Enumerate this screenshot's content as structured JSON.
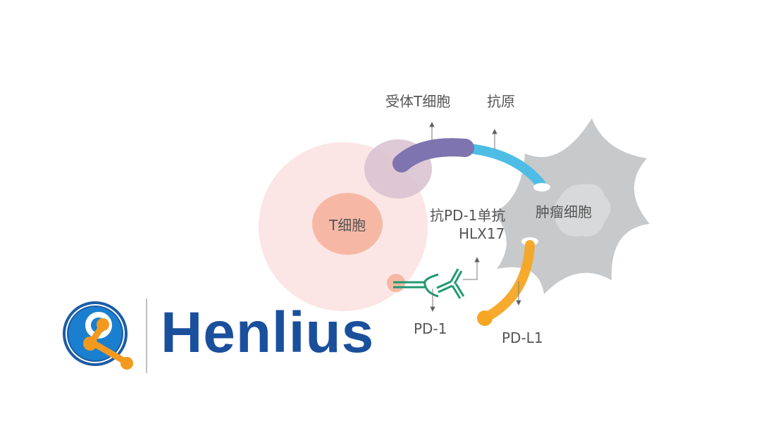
{
  "labels": {
    "receptor_t_cell": "受体T细胞",
    "antigen": "抗原",
    "t_cell": "T细胞",
    "tumor_cell": "肿瘤细胞",
    "antibody_line1": "抗PD-1单抗",
    "antibody_line2": "HLX17",
    "pd1": "PD-1",
    "pdl1": "PD-L1"
  },
  "logo": {
    "brand": "Henlius"
  },
  "colors": {
    "brand_blue": "#1a4f9c",
    "brand_orange": "#f39a1e",
    "receptor_purple": "#7d74b0",
    "antigen_blue": "#4dbde6",
    "antibody_green": "#1f9a72",
    "pdl1_orange": "#f5a623",
    "tumor_gray": "#c8c9cb"
  }
}
